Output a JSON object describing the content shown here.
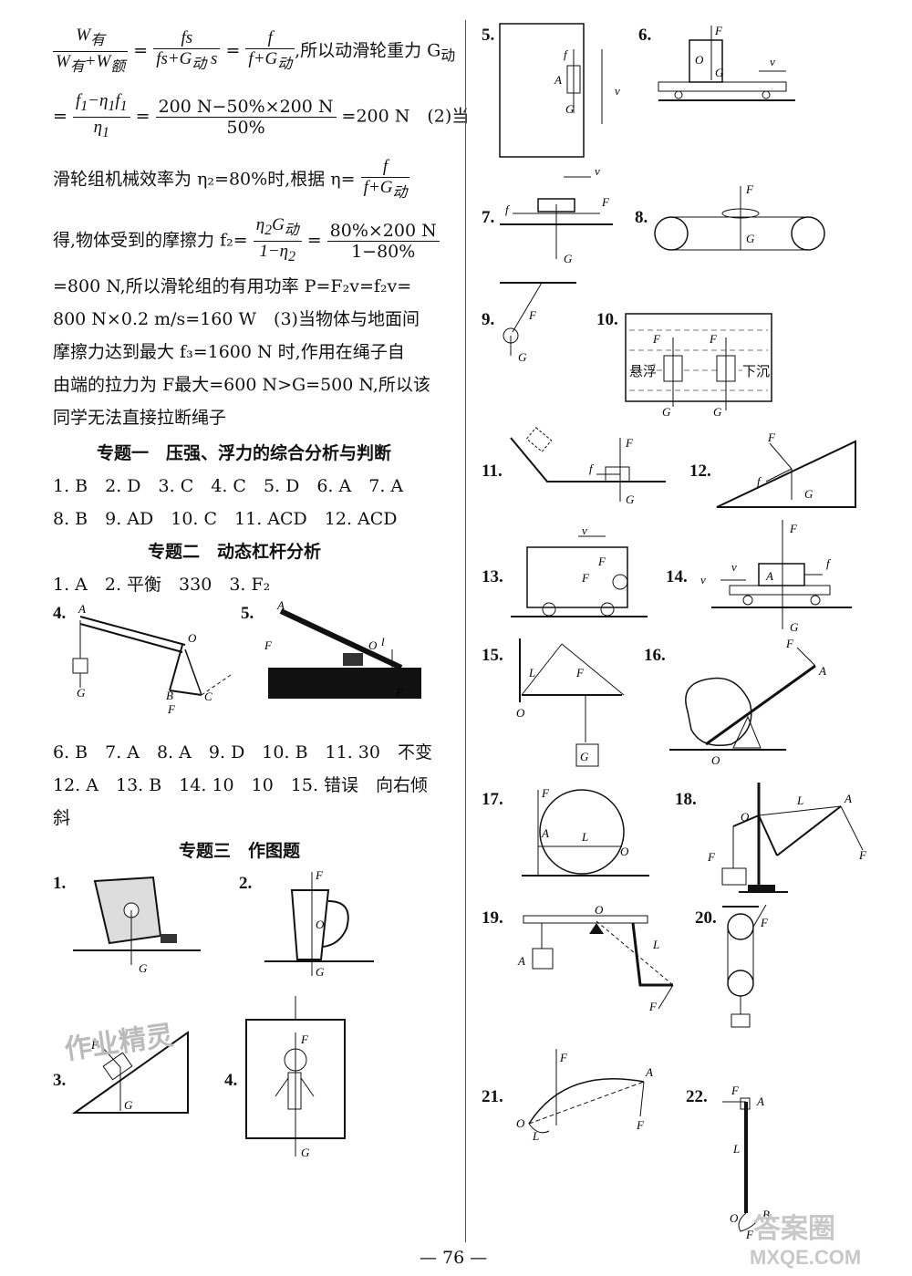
{
  "left": {
    "intro": {
      "line1_suffix": ",所以动滑轮重力 G",
      "line1_sub": "动",
      "line2_mid": "200 N−50%×200 N",
      "line2_den": "50%",
      "line2_tail": "=200 N　(2)当",
      "line3": "滑轮组机械效率为 η₂=80%时,根据 η=",
      "line4": "得,物体受到的摩擦力 f₂=",
      "line4_frac2_num": "80%×200 N",
      "line4_frac2_den": "1−80%",
      "line5": "=800 N,所以滑轮组的有用功率 P=F₂v=f₂v=",
      "line6": "800 N×0.2 m/s=160 W　(3)当物体与地面间",
      "line7": "摩擦力达到最大 f₃=1600 N 时,作用在绳子自",
      "line8": "由端的拉力为 F最大=600 N>G=500 N,所以该",
      "line9": "同学无法直接拉断绳子"
    },
    "topic1": {
      "title": "专题一　压强、浮力的综合分析与判断",
      "row1": "1. B　2. D　3. C　4. C　5. D　6. A　7. A",
      "row2": "8. B　9. AD　10. C　11. ACD　12. ACD"
    },
    "topic2": {
      "title": "专题二　动态杠杆分析",
      "row1": "1. A　2. 平衡　330　3. F₂",
      "row2": "6. B　7. A　8. A　9. D　10. B　11. 30　不变",
      "row3": "12. A　13. B　14. 10　10　15. 错误　向右倾",
      "row4": "斜"
    },
    "topic3": {
      "title": "专题三　作图题"
    }
  },
  "labels": [
    "1.",
    "2.",
    "3.",
    "4.",
    "4.",
    "5.",
    "5.",
    "6.",
    "7.",
    "8.",
    "9.",
    "10.",
    "11.",
    "12.",
    "13.",
    "14.",
    "15.",
    "16.",
    "17.",
    "18.",
    "19.",
    "20.",
    "21.",
    "22."
  ],
  "fig_text": {
    "float": "悬浮",
    "sink": "下沉"
  },
  "watermark": "作业精灵",
  "footer": {
    "page": "— 76 —",
    "site": "MXQE.COM",
    "site_cn": "答案圈"
  }
}
